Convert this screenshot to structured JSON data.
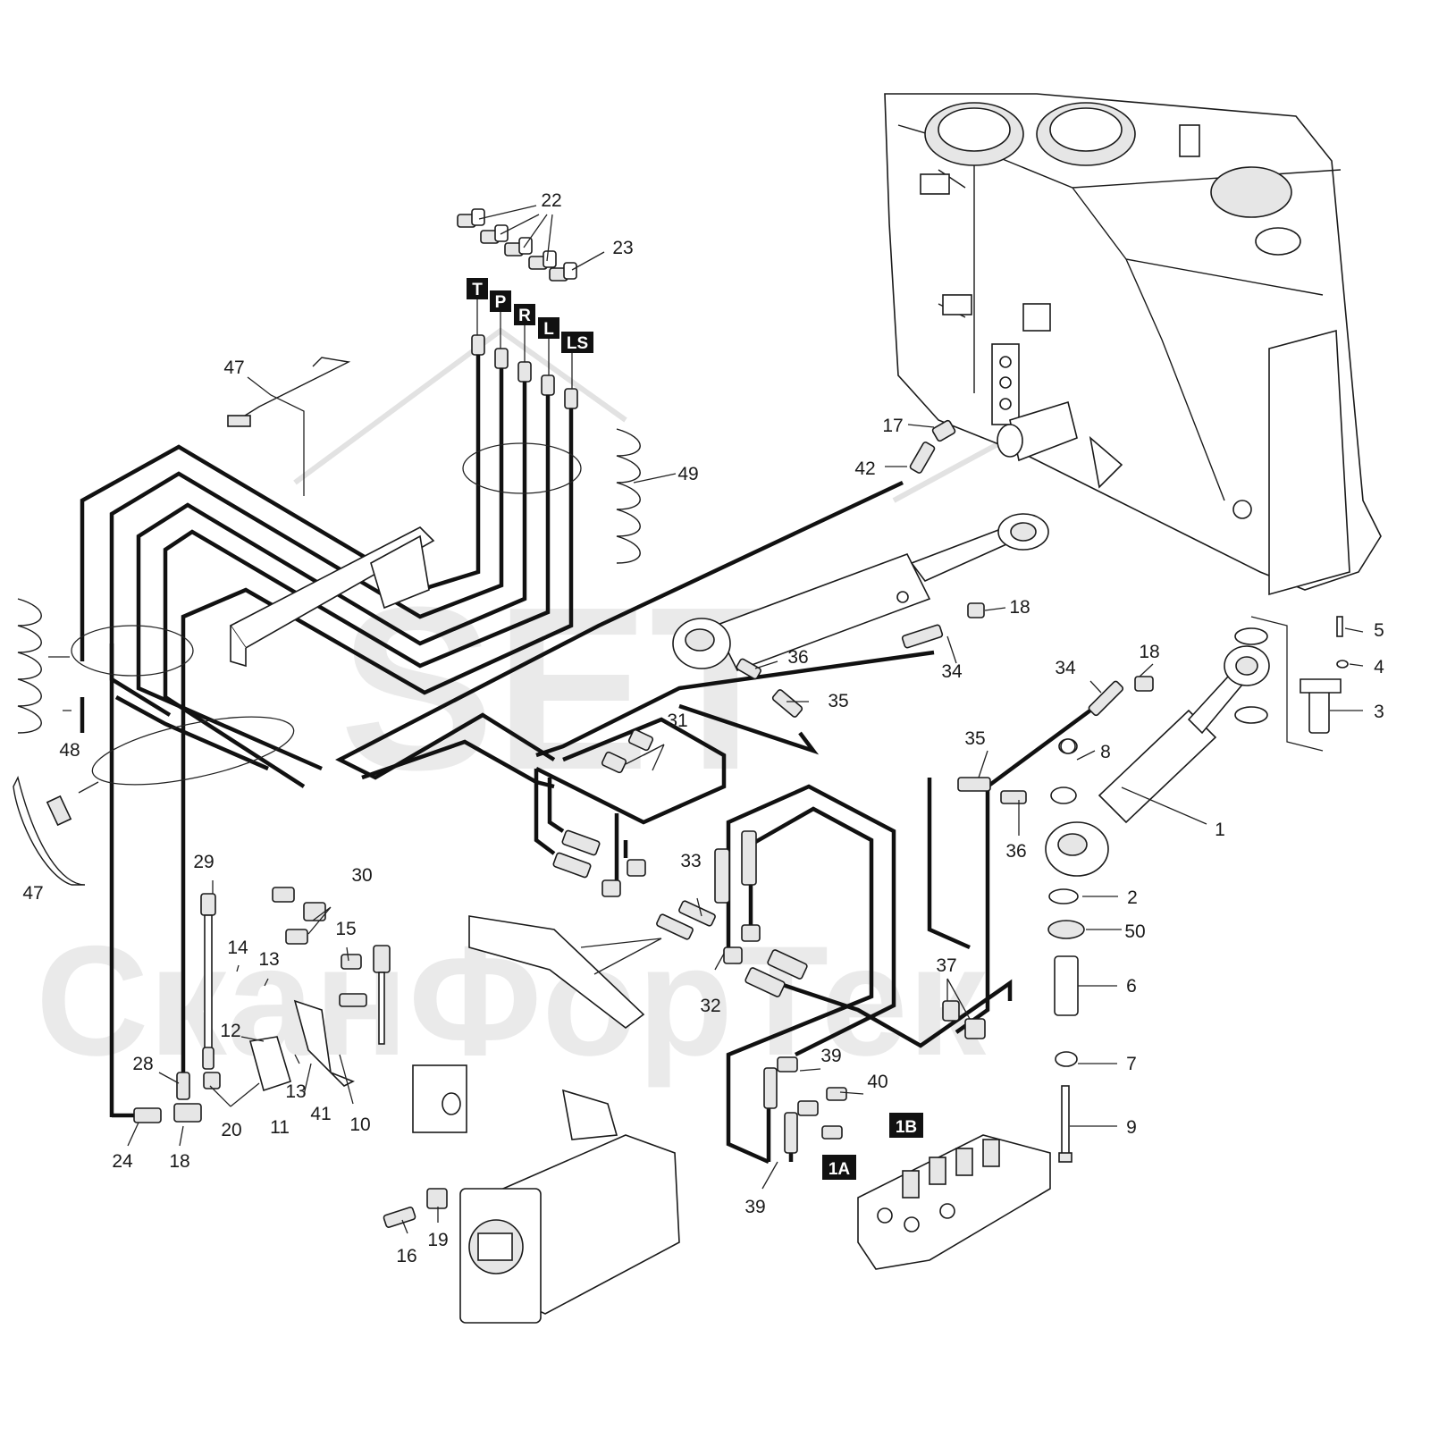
{
  "watermark": {
    "logo_text": "SET",
    "brand_text": "СканФорТек",
    "color": "#d9d9d9"
  },
  "port_tags": [
    "T",
    "P",
    "R",
    "L",
    "LS",
    "1A",
    "1B"
  ],
  "callouts": [
    "1",
    "2",
    "3",
    "4",
    "5",
    "6",
    "7",
    "8",
    "9",
    "10",
    "11",
    "12",
    "13",
    "13",
    "14",
    "15",
    "16",
    "17",
    "18",
    "18",
    "18",
    "19",
    "20",
    "22",
    "23",
    "24",
    "28",
    "29",
    "30",
    "31",
    "32",
    "33",
    "34",
    "34",
    "35",
    "35",
    "36",
    "36",
    "37",
    "39",
    "39",
    "40",
    "41",
    "42",
    "47",
    "47",
    "48",
    "49",
    "50"
  ],
  "colors": {
    "line": "#111111",
    "tag_bg": "#111111",
    "tag_text": "#ffffff"
  }
}
